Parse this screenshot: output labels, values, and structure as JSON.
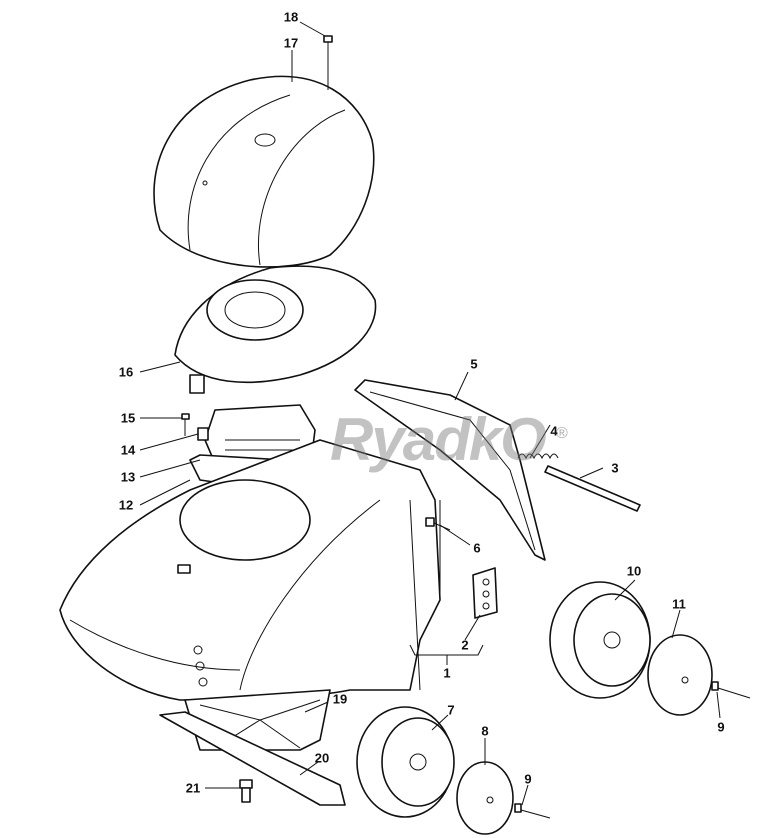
{
  "diagram": {
    "watermark": "RyadkO",
    "watermark_mark": "®",
    "callouts": [
      {
        "id": "c18",
        "label": "18"
      },
      {
        "id": "c17",
        "label": "17"
      },
      {
        "id": "c16",
        "label": "16"
      },
      {
        "id": "c15",
        "label": "15"
      },
      {
        "id": "c14",
        "label": "14"
      },
      {
        "id": "c13",
        "label": "13"
      },
      {
        "id": "c12",
        "label": "12"
      },
      {
        "id": "c5",
        "label": "5"
      },
      {
        "id": "c4",
        "label": "4"
      },
      {
        "id": "c3",
        "label": "3"
      },
      {
        "id": "c6",
        "label": "6"
      },
      {
        "id": "c2",
        "label": "2"
      },
      {
        "id": "c1",
        "label": "1"
      },
      {
        "id": "c10",
        "label": "10"
      },
      {
        "id": "c11",
        "label": "11"
      },
      {
        "id": "c9a",
        "label": "9"
      },
      {
        "id": "c7",
        "label": "7"
      },
      {
        "id": "c8",
        "label": "8"
      },
      {
        "id": "c9b",
        "label": "9"
      },
      {
        "id": "c19",
        "label": "19"
      },
      {
        "id": "c20",
        "label": "20"
      },
      {
        "id": "c21",
        "label": "21"
      }
    ]
  }
}
